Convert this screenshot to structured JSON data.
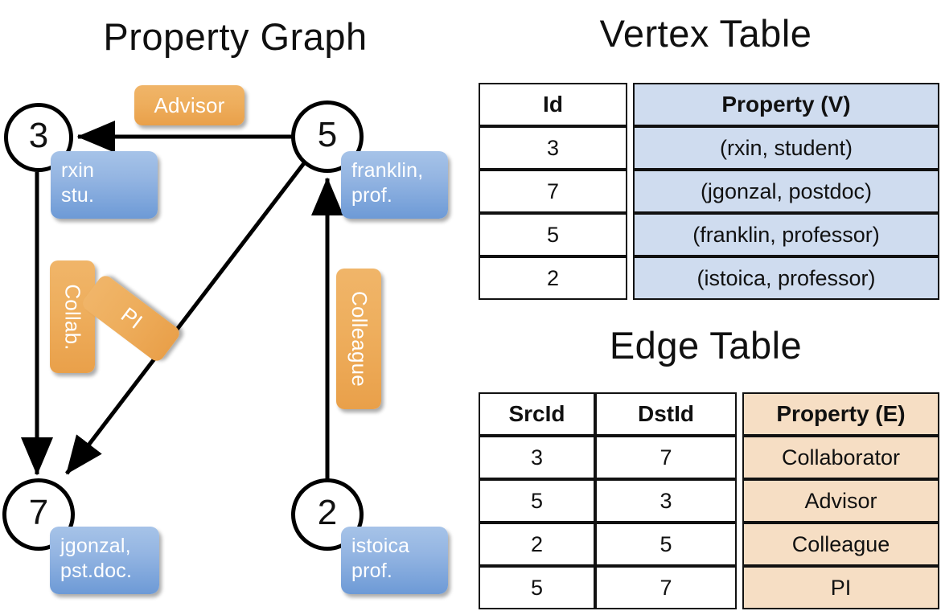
{
  "titles": {
    "graph": "Property Graph",
    "vertex_table": "Vertex Table",
    "edge_table": "Edge Table"
  },
  "colors": {
    "node_stroke": "#000000",
    "vertex_property_fill": "#cfdcef",
    "edge_property_fill": "#f6dec4",
    "blue_box": "#94b5e2",
    "orange_box": "#eeae5d",
    "background": "#ffffff"
  },
  "graph": {
    "nodes": [
      {
        "id": "3",
        "property_line1": "rxin",
        "property_line2": "stu."
      },
      {
        "id": "5",
        "property_line1": "franklin,",
        "property_line2": "prof."
      },
      {
        "id": "7",
        "property_line1": "jgonzal,",
        "property_line2": "pst.doc."
      },
      {
        "id": "2",
        "property_line1": "istoica",
        "property_line2": "prof."
      }
    ],
    "edge_labels": [
      {
        "name": "advisor-label",
        "text": "Advisor",
        "orientation": "horizontal"
      },
      {
        "name": "collab-label",
        "text": "Collab.",
        "orientation": "vertical"
      },
      {
        "name": "pi-label",
        "text": "PI",
        "orientation": "tilted"
      },
      {
        "name": "colleague-label",
        "text": "Colleague",
        "orientation": "vertical"
      }
    ],
    "edges": [
      {
        "from": "5",
        "to": "3",
        "label": "Advisor"
      },
      {
        "from": "3",
        "to": "7",
        "label": "Collab."
      },
      {
        "from": "5",
        "to": "7",
        "label": "PI"
      },
      {
        "from": "2",
        "to": "5",
        "label": "Colleague"
      }
    ]
  },
  "vertex_table": {
    "headers": [
      "Id",
      "Property (V)"
    ],
    "rows": [
      {
        "id": "3",
        "property": "(rxin, student)"
      },
      {
        "id": "7",
        "property": "(jgonzal, postdoc)"
      },
      {
        "id": "5",
        "property": "(franklin, professor)"
      },
      {
        "id": "2",
        "property": "(istoica, professor)"
      }
    ]
  },
  "edge_table": {
    "headers": [
      "SrcId",
      "DstId",
      "Property (E)"
    ],
    "rows": [
      {
        "src": "3",
        "dst": "7",
        "property": "Collaborator"
      },
      {
        "src": "5",
        "dst": "3",
        "property": "Advisor"
      },
      {
        "src": "2",
        "dst": "5",
        "property": "Colleague"
      },
      {
        "src": "5",
        "dst": "7",
        "property": "PI"
      }
    ]
  }
}
